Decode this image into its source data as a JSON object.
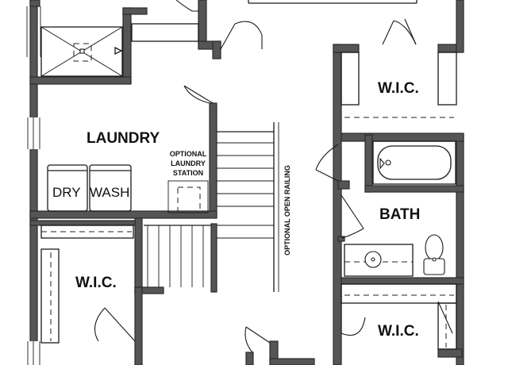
{
  "rooms": {
    "laundry": "LAUNDRY",
    "wic_left": "W.I.C.",
    "wic_top_right": "W.I.C.",
    "wic_bottom_right": "W.I.C.",
    "bath": "BATH"
  },
  "notes": {
    "laundry_station": [
      "OPTIONAL",
      "LAUNDRY",
      "STATION"
    ],
    "open_railing": "OPTIONAL OPEN RAILING"
  },
  "appliances": {
    "dryer": "DRY",
    "washer": "WASH"
  },
  "colors": {
    "wall_fill": "#555555",
    "line": "#1a1a1a",
    "background": "#ffffff"
  }
}
